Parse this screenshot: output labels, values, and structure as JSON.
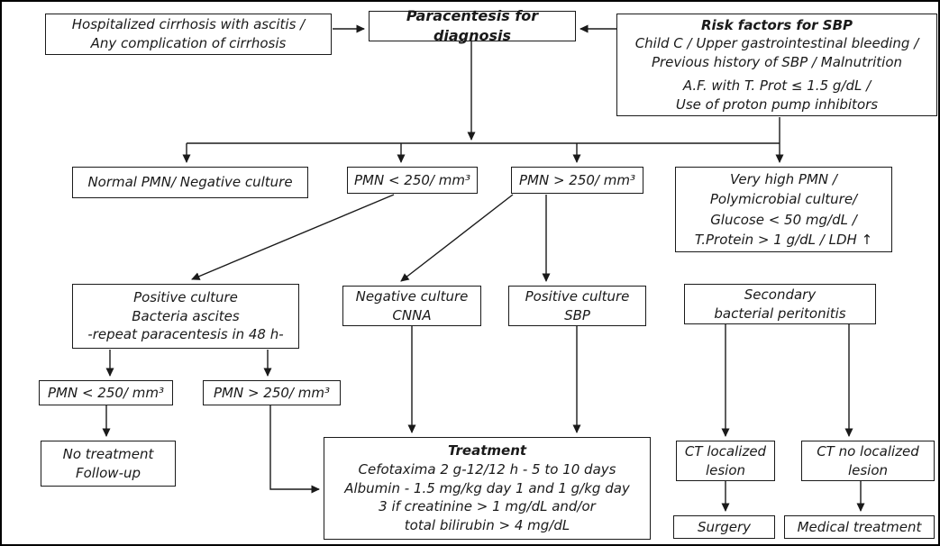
{
  "flowchart": {
    "colors": {
      "line": "#1a1a1a",
      "box_border": "#1a1a1a",
      "background": "#ffffff",
      "text": "#1a1a1a"
    },
    "nodes": {
      "hospitalized": {
        "lines": [
          "Hospitalized cirrhosis with ascitis /",
          "Any complication of cirrhosis"
        ]
      },
      "paracentesis": {
        "label": "Paracentesis for diagnosis"
      },
      "risk_factors": {
        "title": "Risk factors for SBP",
        "lines": [
          "Child C / Upper gastrointestinal bleeding /",
          "Previous history of SBP / Malnutrition"
        ],
        "lines2": [
          "A.F. with T. Prot ≤ 1.5 g/dL /",
          "Use of proton pump inhibitors"
        ]
      },
      "normal_pmn": {
        "label": "Normal PMN/ Negative culture"
      },
      "pmn_low_a": {
        "label": "PMN < 250/ mm³"
      },
      "pmn_high_a": {
        "label": "PMN > 250/ mm³"
      },
      "very_high_pmn": {
        "lines": [
          "Very high PMN /",
          "Polymicrobial culture/",
          "Glucose < 50 mg/dL /",
          "T.Protein > 1 g/dL / LDH ↑"
        ]
      },
      "bacteria_ascites": {
        "lines": [
          "Positive culture",
          "Bacteria ascites",
          "-repeat paracentesis in 48 h-"
        ]
      },
      "cnna": {
        "lines": [
          "Negative culture",
          "CNNA"
        ]
      },
      "sbp": {
        "lines": [
          "Positive culture",
          "SBP"
        ]
      },
      "secondary": {
        "lines": [
          "Secondary",
          "bacterial peritonitis"
        ]
      },
      "pmn_low_b": {
        "label": "PMN < 250/ mm³"
      },
      "pmn_high_b": {
        "label": "PMN > 250/ mm³"
      },
      "no_treatment": {
        "lines": [
          "No treatment",
          "Follow-up"
        ]
      },
      "treatment": {
        "title": "Treatment",
        "lines": [
          "Cefotaxima 2 g-12/12 h - 5 to 10 days",
          "Albumin - 1.5 mg/kg day 1 and 1 g/kg day",
          "3 if creatinine > 1 mg/dL and/or",
          "total bilirubin > 4 mg/dL"
        ]
      },
      "ct_localized": {
        "lines": [
          "CT localized",
          "lesion"
        ]
      },
      "ct_no_localized": {
        "lines": [
          "CT no localized",
          "lesion"
        ]
      },
      "surgery": {
        "label": "Surgery"
      },
      "medical_treatment": {
        "label": "Medical treatment"
      }
    }
  }
}
